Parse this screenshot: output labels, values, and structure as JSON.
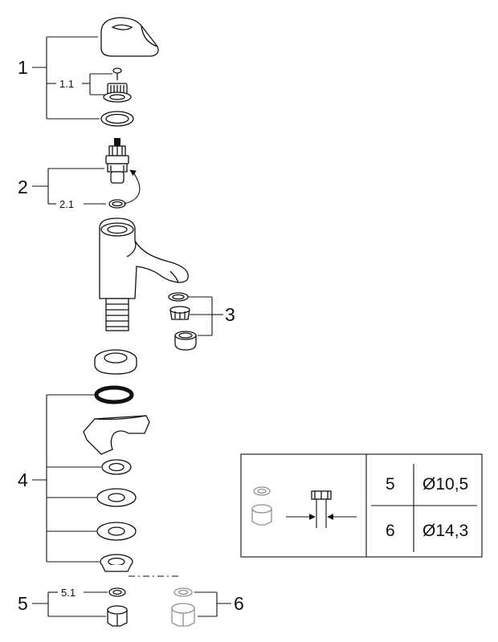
{
  "callouts": {
    "c1": "1",
    "c1_1": "1.1",
    "c2": "2",
    "c2_1": "2.1",
    "c3": "3",
    "c4": "4",
    "c5": "5",
    "c5_1": "5.1",
    "c6": "6"
  },
  "table": {
    "rows": [
      {
        "part": "5",
        "diameter": "Ø10,5"
      },
      {
        "part": "6",
        "diameter": "Ø14,3"
      }
    ]
  },
  "colors": {
    "line": "#111111",
    "ghost_part": "#8f8f8f",
    "chrome_fill": "#ffffff"
  }
}
